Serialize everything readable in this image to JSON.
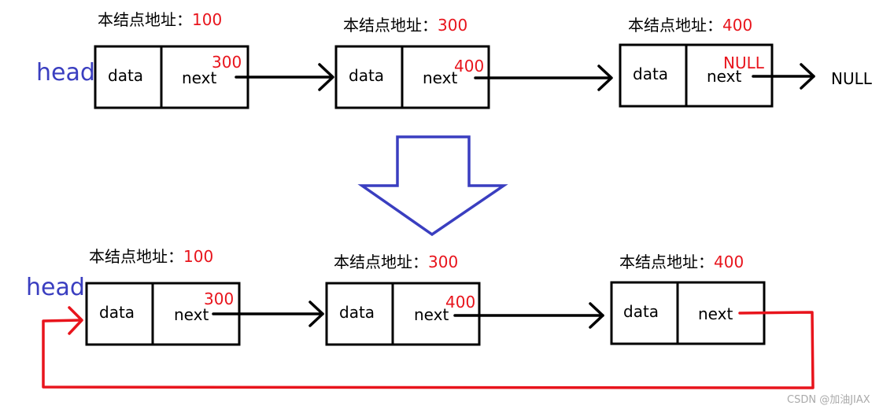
{
  "addr_prefix": "本结点地址：",
  "head_label": "head",
  "field_data": "data",
  "field_next": "next",
  "null_text": "NULL",
  "watermark": "CSDN @加油JIAX",
  "colors": {
    "black": "#000000",
    "red": "#e8141c",
    "blue": "#3a3ec0",
    "gray": "#aaaaaa"
  },
  "top_list": {
    "nodes": [
      {
        "address": "100",
        "next_value": "300"
      },
      {
        "address": "300",
        "next_value": "400"
      },
      {
        "address": "400",
        "next_value": "NULL"
      }
    ],
    "tail_target": "NULL"
  },
  "bottom_list": {
    "nodes": [
      {
        "address": "100",
        "next_value": "300"
      },
      {
        "address": "300",
        "next_value": "400"
      },
      {
        "address": "400",
        "next_value": ""
      }
    ],
    "tail_target": "loop-to-head"
  }
}
